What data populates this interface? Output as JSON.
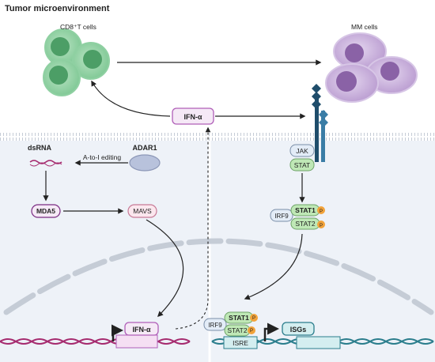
{
  "title": "Tumor microenvironment",
  "cells": {
    "t_cells": "CD8⁺T cells",
    "mm_cells": "MM cells"
  },
  "cytokine": {
    "outside": "IFN-α",
    "nucleus": "IFN-α"
  },
  "left_pathway": {
    "dsrna": "dsRNA",
    "adar1": "ADAR1",
    "editing": "A-to-I editing",
    "mda5": "MDA5",
    "mavs": "MAVS"
  },
  "right_pathway": {
    "jak": "JAK",
    "stat": "STAT",
    "irf9": "IRF9",
    "stat1": "STAT1",
    "stat2": "STAT2",
    "phospho": "P"
  },
  "nucleus_right": {
    "irf9": "IRF9",
    "stat1": "STAT1",
    "stat2": "STAT2",
    "phospho": "P",
    "isre": "ISRE",
    "isgs": "ISGs"
  },
  "colors": {
    "cytoplasm": "#eef2f8",
    "nucleus_membrane": "#c5ccd6",
    "t_cell": "#7dc793",
    "mm_cell": "#8a62a6",
    "ifn_border": "#b05fb8",
    "ifn_fill": "#f5e9f6",
    "stat_green": "#bfe8b6",
    "stat_blue": "#e3ecf7",
    "phospho": "#f2a33a",
    "receptor": "#1f4d6b",
    "dna_pink": "#a52a6e",
    "dna_teal": "#2a7d8c"
  }
}
